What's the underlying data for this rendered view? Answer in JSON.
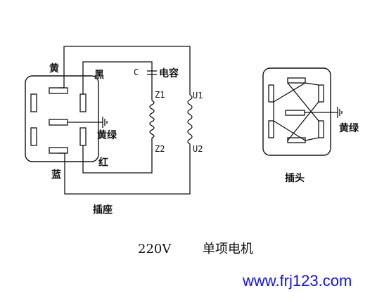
{
  "socket": {
    "title": "插座",
    "labels": {
      "yellow": "黄",
      "black": "黑",
      "yellow_green": "黄绿",
      "red": "红",
      "blue": "蓝"
    }
  },
  "motor": {
    "capacitor_label": "C",
    "capacitor_name": "电容",
    "z1": "Z1",
    "z2": "Z2",
    "u1": "U1",
    "u2": "U2"
  },
  "plug": {
    "title": "插头",
    "ground_label": "黄绿"
  },
  "caption": {
    "voltage": "220V",
    "description": "单项电机"
  },
  "watermark": "www.frj123.com"
}
